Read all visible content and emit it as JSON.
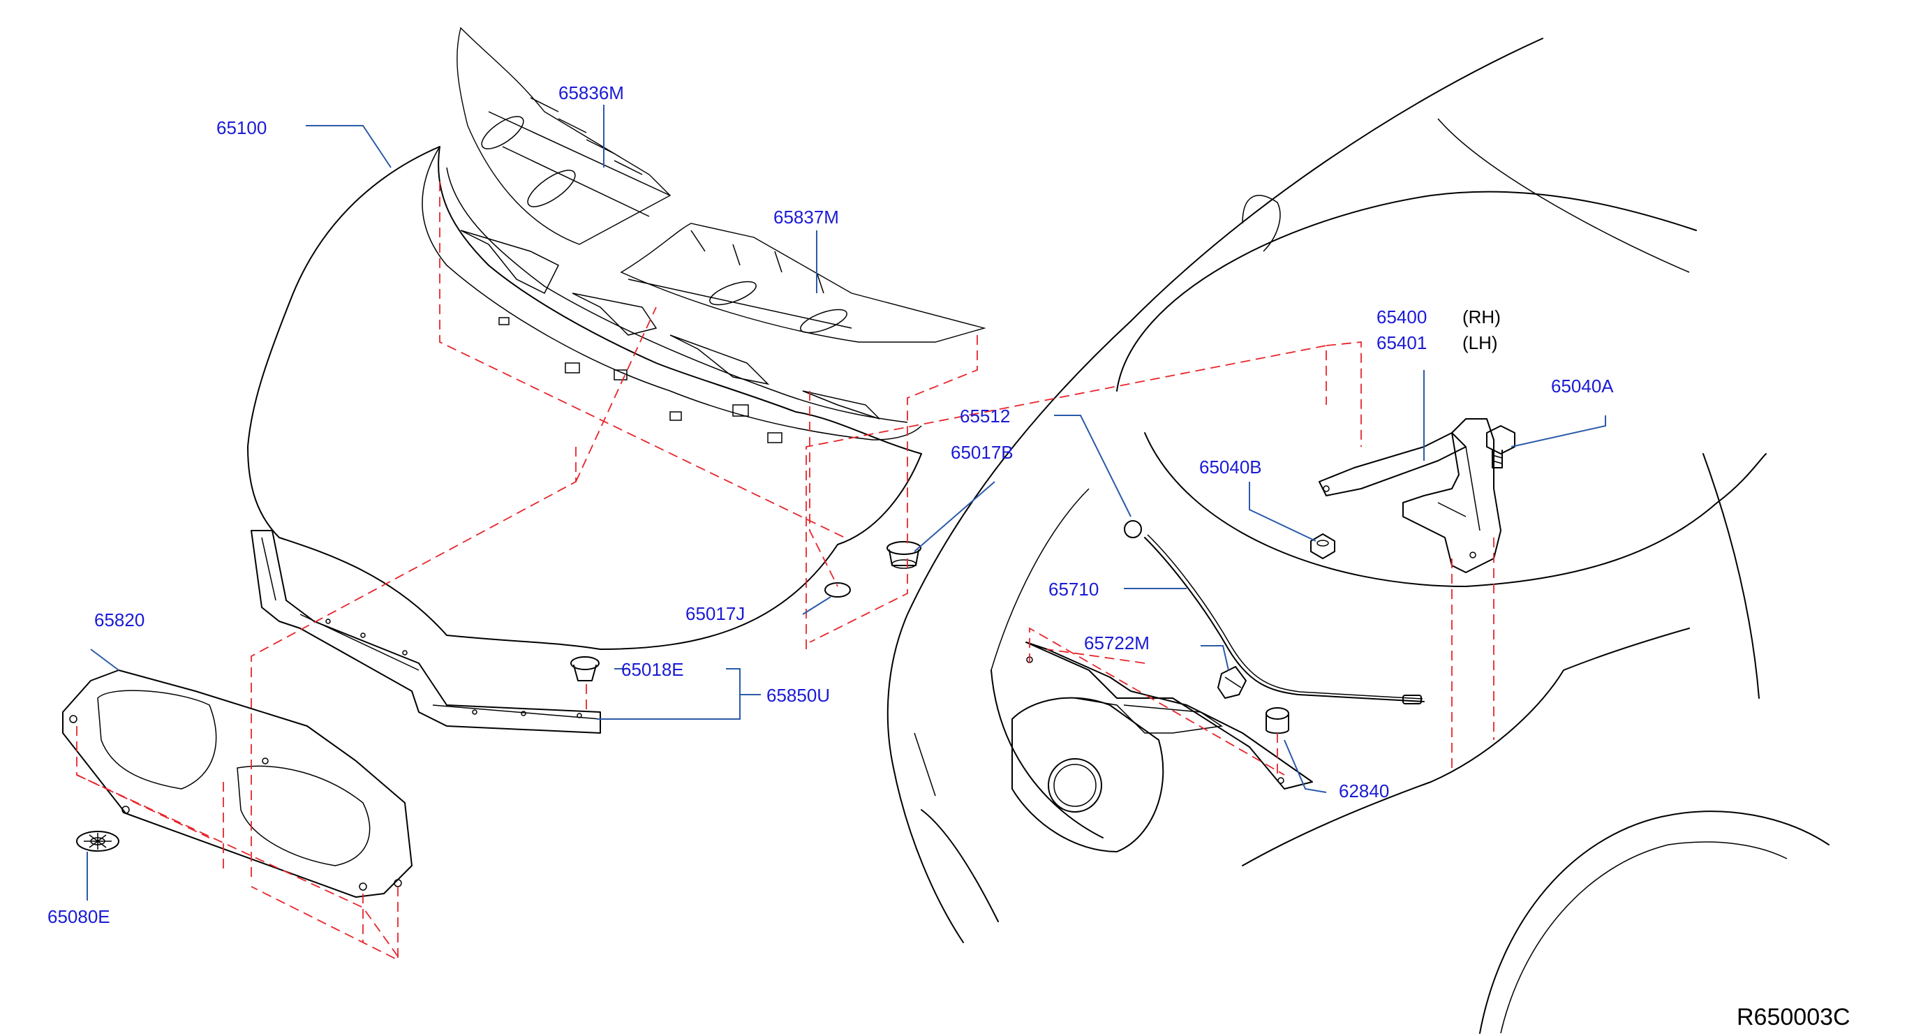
{
  "diagram": {
    "reference_code": "R650003C",
    "part_labels": {
      "p65100": "65100",
      "p65836M": "65836M",
      "p65837M": "65837M",
      "p65512": "65512",
      "p65017B": "65017B",
      "p65017J": "65017J",
      "p65018E": "65018E",
      "p65850U": "65850U",
      "p65820": "65820",
      "p65080E": "65080E",
      "p65400": "65400",
      "p65401": "65401",
      "p65040A": "65040A",
      "p65040B": "65040B",
      "p65710": "65710",
      "p65722M": "65722M",
      "p62840": "62840"
    },
    "side_notes": {
      "rh": "(RH)",
      "lh": "(LH)"
    },
    "colors": {
      "label": "#1a1ad6",
      "leader": "#2a5aa8",
      "dashed_guide": "#e8242a",
      "outline": "#000000"
    }
  }
}
